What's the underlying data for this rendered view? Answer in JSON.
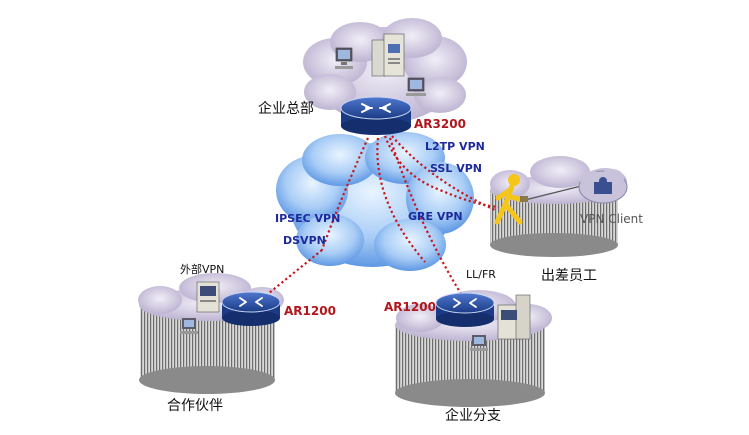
{
  "labels": {
    "hq": "企业总部",
    "ar3200": "AR3200",
    "l2tp": "L2TP VPN",
    "ssl": "SSL VPN",
    "gre": "GRE VPN",
    "ipsec": "IPSEC VPN",
    "dsvpn": "DSVPN",
    "external_vpn": "外部VPN",
    "ar1200_left": "AR1200",
    "ar1200_right": "AR1200",
    "llfr": "LL/FR",
    "vpn_client": "VPN Client",
    "travel_staff": "出差员工",
    "partner": "合作伙伴",
    "branch": "企业分支"
  },
  "colors": {
    "link_dotted": "#c8161d",
    "cloud_blue": "#7fb4f0",
    "cloud_lilac": "#cfc6df",
    "router_blue": "#2a4fa6",
    "text_blue": "#1e2a9c",
    "text_red": "#b0161b"
  }
}
